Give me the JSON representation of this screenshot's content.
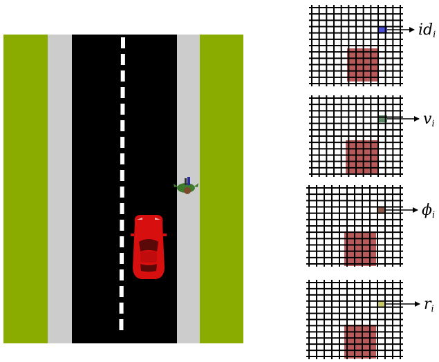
{
  "colors": {
    "grass": "#8aab00",
    "sidewalk": "#cccccc",
    "road": "#000000",
    "lane_marking": "#ffffff",
    "car_body": "#d80f0f",
    "car_glass": "#5a0808",
    "pedestrian_shirt": "#3f7a2e",
    "pedestrian_head": "#7a4a2a",
    "grid_line": "#000000",
    "ego_block": "#b95a5a",
    "id_cell": "#4a4fd4",
    "v_cell": "#5e8a6a",
    "phi_cell": "#8a5a4a",
    "r_cell": "#c8c86a"
  },
  "scene": {
    "vehicle_icon": "red-car-icon",
    "pedestrian_icon": "pedestrian-icon"
  },
  "grids": [
    {
      "name": "id-grid",
      "symbol": "id",
      "subscript": "i",
      "cell_color_key": "id_cell"
    },
    {
      "name": "v-grid",
      "symbol": "v",
      "subscript": "i",
      "cell_color_key": "v_cell"
    },
    {
      "name": "phi-grid",
      "symbol": "ϕ",
      "subscript": "i",
      "cell_color_key": "phi_cell"
    },
    {
      "name": "r-grid",
      "symbol": "r",
      "subscript": "i",
      "cell_color_key": "r_cell"
    }
  ]
}
